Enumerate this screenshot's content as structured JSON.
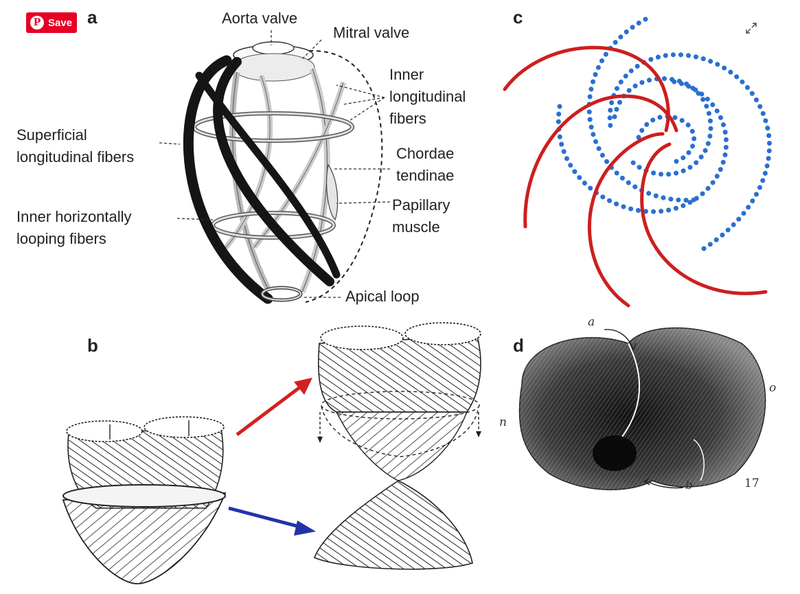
{
  "toolbar": {
    "save_label": "Save",
    "pin_glyph": "P"
  },
  "panels": {
    "a": {
      "letter": "a",
      "labels": {
        "aorta_valve": "Aorta valve",
        "mitral_valve": "Mitral valve",
        "inner_long_1": "Inner",
        "inner_long_2": "longitudinal",
        "inner_long_3": "fibers",
        "chordae_1": "Chordae",
        "chordae_2": "tendinae",
        "papillary_1": "Papillary",
        "papillary_2": "muscle",
        "superficial_1": "Superficial",
        "superficial_2": "longitudinal fibers",
        "inner_horiz_1": "Inner horizontally",
        "inner_horiz_2": "looping fibers",
        "apical_loop": "Apical loop"
      }
    },
    "b": {
      "letter": "b"
    },
    "c": {
      "letter": "c",
      "colors": {
        "solid": "#cc1f1f",
        "dotted": "#2a6fd1"
      }
    },
    "d": {
      "letter": "d",
      "labels": {
        "a": "a",
        "b": "b",
        "n": "n",
        "o": "o",
        "fig": "17"
      }
    }
  },
  "colors": {
    "arrow_red": "#d42020",
    "arrow_blue": "#2233aa",
    "brand": "#e60023"
  }
}
